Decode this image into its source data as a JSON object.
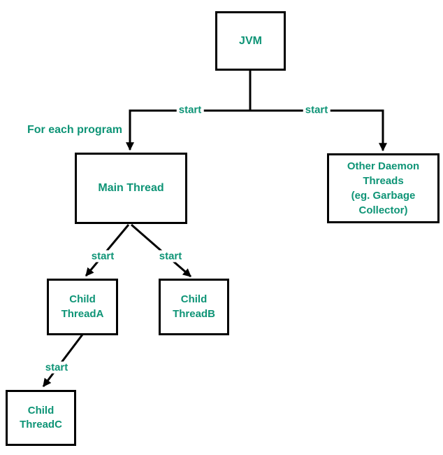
{
  "diagram": {
    "title": "JVM thread hierarchy diagram",
    "colors": {
      "text": "#0e9476",
      "line": "#000000",
      "background": "#ffffff"
    },
    "nodes": {
      "jvm": {
        "label": "JVM"
      },
      "main_thread": {
        "label": "Main Thread"
      },
      "daemon_threads": {
        "label": "Other Daemon\nThreads\n(eg. Garbage\nCollector)"
      },
      "child_thread_a": {
        "label": "Child\nThreadA"
      },
      "child_thread_b": {
        "label": "Child\nThreadB"
      },
      "child_thread_c": {
        "label": "Child\nThreadC"
      }
    },
    "edge_labels": {
      "jvm_to_main": "start",
      "jvm_to_daemon": "start",
      "for_each_program": "For each program",
      "main_to_child_a": "start",
      "main_to_child_b": "start",
      "child_a_to_child_c": "start"
    }
  }
}
